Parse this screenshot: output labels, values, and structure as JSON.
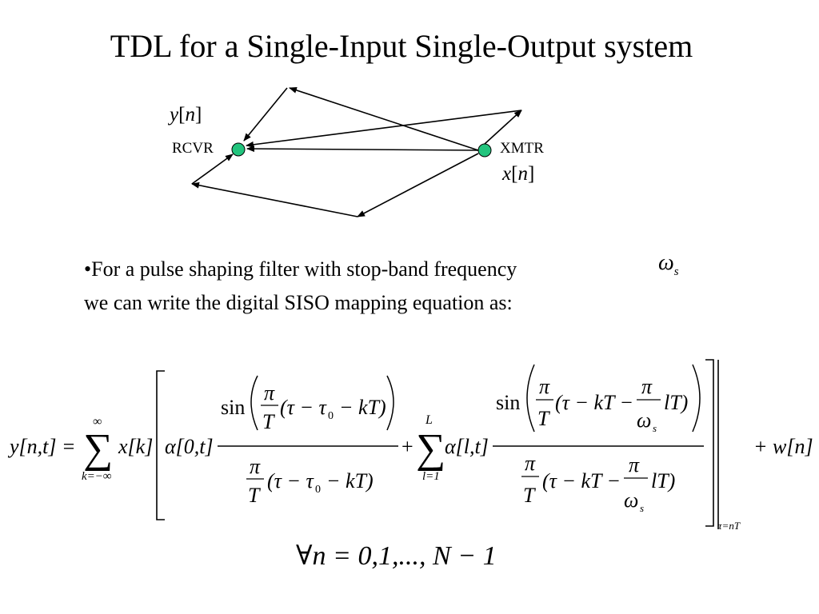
{
  "title": "TDL for a Single-Input Single-Output system",
  "diagram": {
    "rx_label": "RCVR",
    "tx_label": "XMTR",
    "rx_signal": {
      "var": "y",
      "open": "[",
      "index": "n",
      "close": "]"
    },
    "tx_signal": {
      "var": "x",
      "open": "[",
      "index": "n",
      "close": "]"
    },
    "node_color": "#22c47d"
  },
  "bullet": {
    "line1": "•For a pulse shaping filter with stop-band frequency",
    "line2": "we can write the digital SISO mapping equation as:",
    "symbol": "ω",
    "symbol_sub": "s"
  },
  "equation": {
    "lhs": "y[n,t] =",
    "sum1_upper": "∞",
    "sum1_lower": "k=−∞",
    "term_x": "x[k]",
    "alpha0": "α[0,t]",
    "sin": "sin",
    "pi": "π",
    "T": "T",
    "frac1_arg": "(τ − τ",
    "tau0_sub": "0",
    "frac1_tail": "− kT)",
    "plus": "+",
    "sum2_upper": "L",
    "sum2_lower": "l=1",
    "alphal": "α[l,t]",
    "frac2_arg": "(τ − kT −",
    "omega_s": "ω",
    "omega_sub": "s",
    "lT": "lT)",
    "eval_sub": "τ=nT",
    "noise": "+ w[n]",
    "forall": "∀n = 0,1,..., N − 1"
  }
}
